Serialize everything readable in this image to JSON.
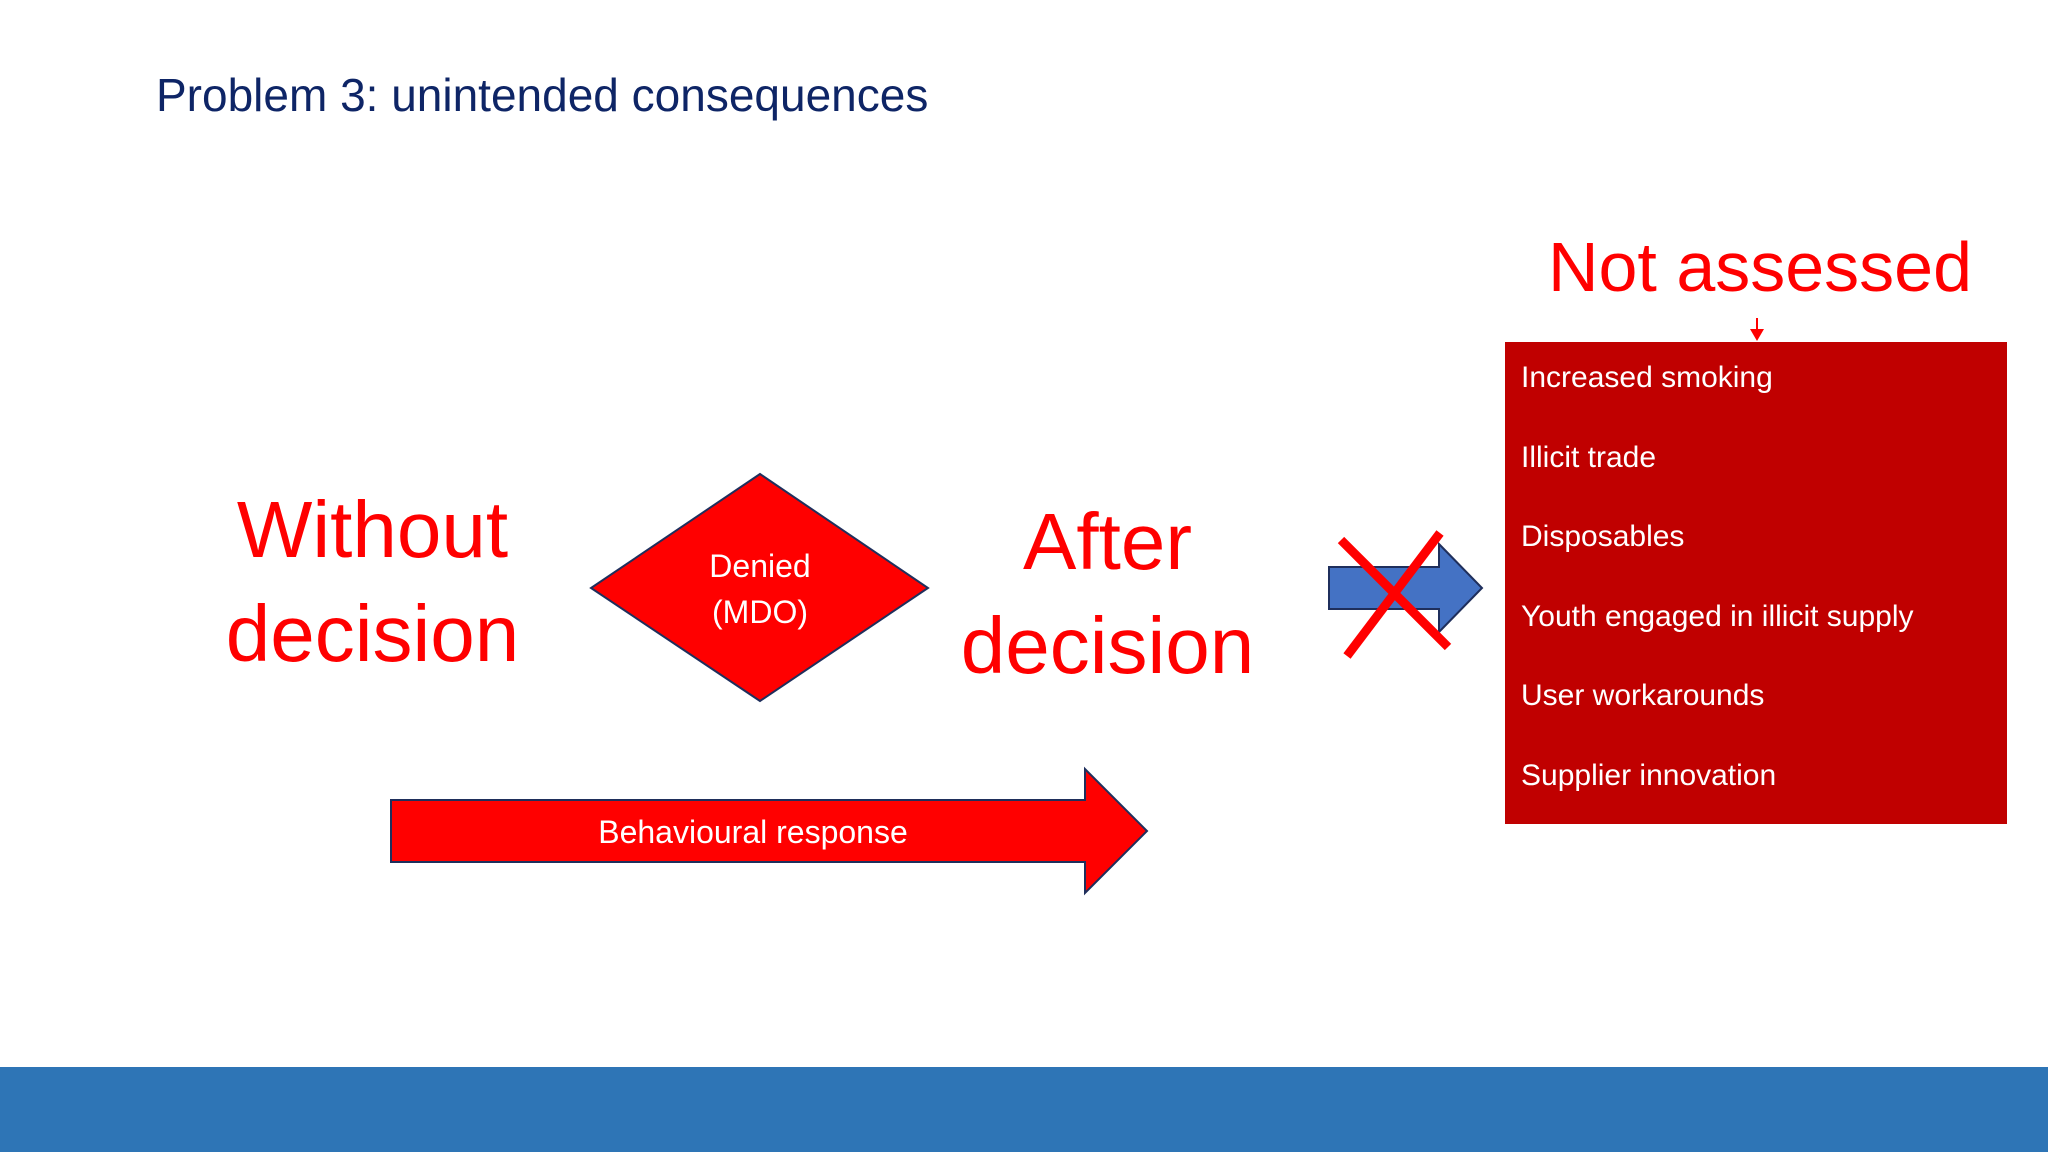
{
  "slide": {
    "title": "Problem 3: unintended consequences"
  },
  "diagram": {
    "without_decision": [
      "Without",
      "decision"
    ],
    "decision_node": [
      "Denied",
      "(MDO)"
    ],
    "after_decision": [
      "After",
      "decision"
    ],
    "behavioural_response": "Behavioural response",
    "not_assessed": "Not assessed",
    "consequences": [
      "Increased smoking",
      "Illicit trade",
      "Disposables",
      "Youth engaged in illicit supply",
      "User workarounds",
      "Supplier innovation"
    ]
  },
  "colors": {
    "title": "#0e2566",
    "accent_red": "#ff0000",
    "box_red": "#c00000",
    "blue_arrow": "#4472c4",
    "footer": "#2e75b6"
  }
}
